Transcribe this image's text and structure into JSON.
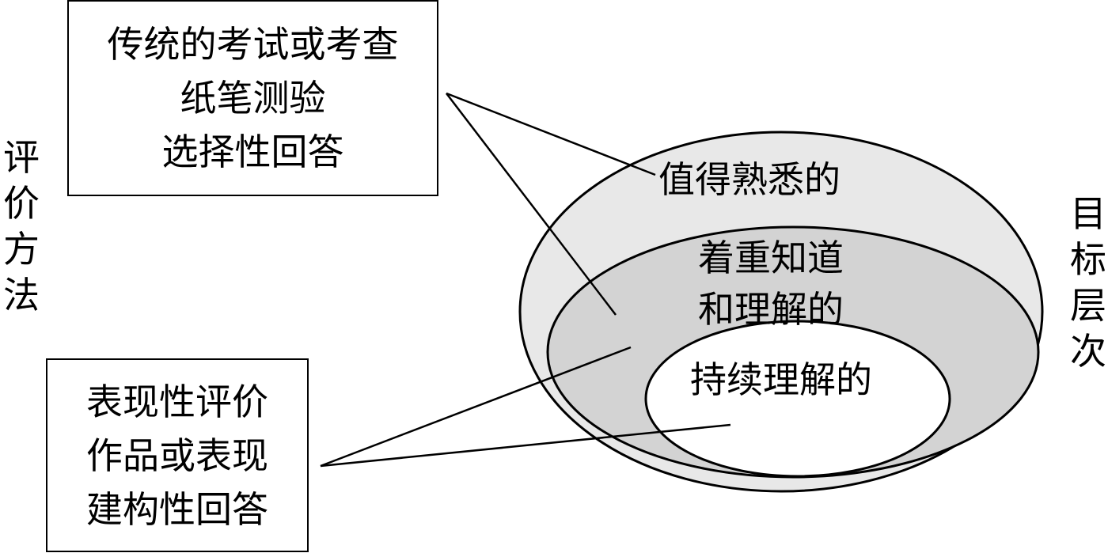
{
  "method_label": [
    "评",
    "价",
    "方",
    "法"
  ],
  "target_label": [
    "目",
    "标",
    "层",
    "次"
  ],
  "traditional_box": {
    "lines": [
      "传统的考试或考查",
      "纸笔测验",
      "选择性回答"
    ]
  },
  "performance_box": {
    "lines": [
      "表现性评价",
      "作品或表现",
      "建构性回答"
    ]
  },
  "rings": {
    "outer": "值得熟悉的",
    "middle_line1": "着重知道",
    "middle_line2": "和理解的",
    "inner": "持续理解的"
  },
  "colors": {
    "outer_fill": "#e8e8e8",
    "middle_fill": "#d3d3d3",
    "inner_fill": "#ffffff",
    "stroke": "#000000"
  }
}
